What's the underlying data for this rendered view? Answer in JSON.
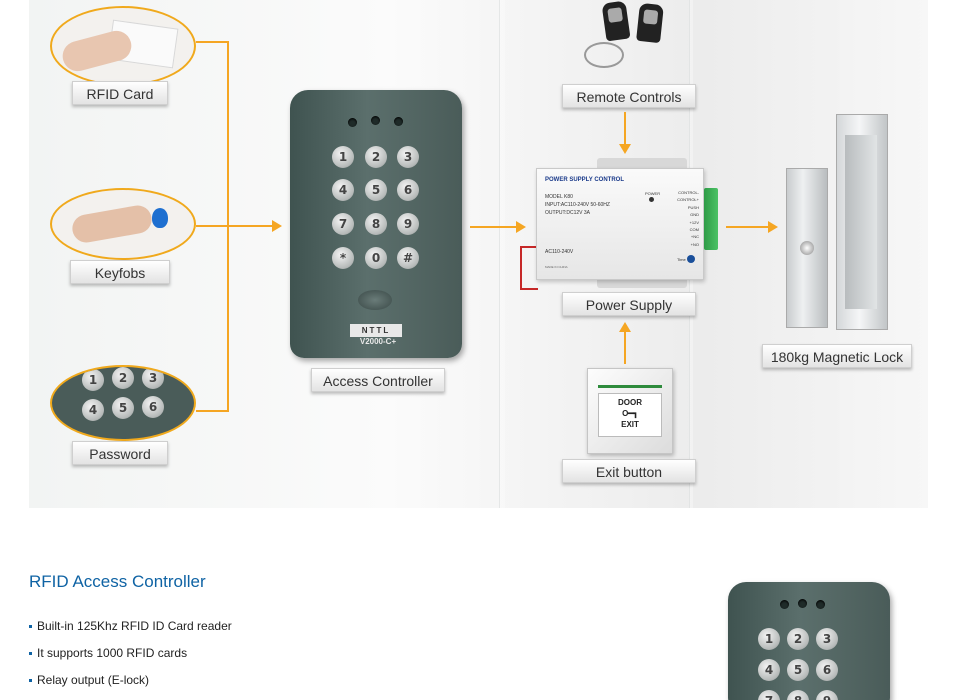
{
  "diagram": {
    "labels": {
      "rfid_card": "RFID Card",
      "keyfobs": "Keyfobs",
      "password": "Password",
      "access_controller": "Access Controller",
      "remote_controls": "Remote Controls",
      "power_supply": "Power Supply",
      "exit_button": "Exit button",
      "magnetic_lock": "180kg Magnetic Lock"
    },
    "controller_model": "V2000-C+",
    "controller_brand": "NTTL",
    "keys": [
      "1",
      "2",
      "3",
      "4",
      "5",
      "6",
      "7",
      "8",
      "9",
      "*",
      "0",
      "#"
    ],
    "power_supply_unit": {
      "title": "POWER SUPPLY CONTROL",
      "model": "MODEL K80",
      "input": "INPUT:AC110-240V  50-60HZ",
      "output": "OUTPUT:DC12V  3A",
      "power": "POWER",
      "ac_label": "AC110-240V",
      "made_in": "MADE IN CHINA",
      "terminals": [
        "CONTROL-",
        "CONTROL+",
        "PUSH",
        "GND",
        "+12V",
        "COM",
        "+NC",
        "+NO"
      ],
      "time_label": "Time"
    },
    "exit_button_text": [
      "DOOR",
      "EXIT"
    ],
    "accent_color": "#f5a623"
  },
  "section": {
    "heading": "RFID Access Controller",
    "features": [
      "Built-in 125Khz RFID ID Card reader",
      "It supports 1000 RFID cards",
      "Relay output (E-lock)"
    ]
  }
}
